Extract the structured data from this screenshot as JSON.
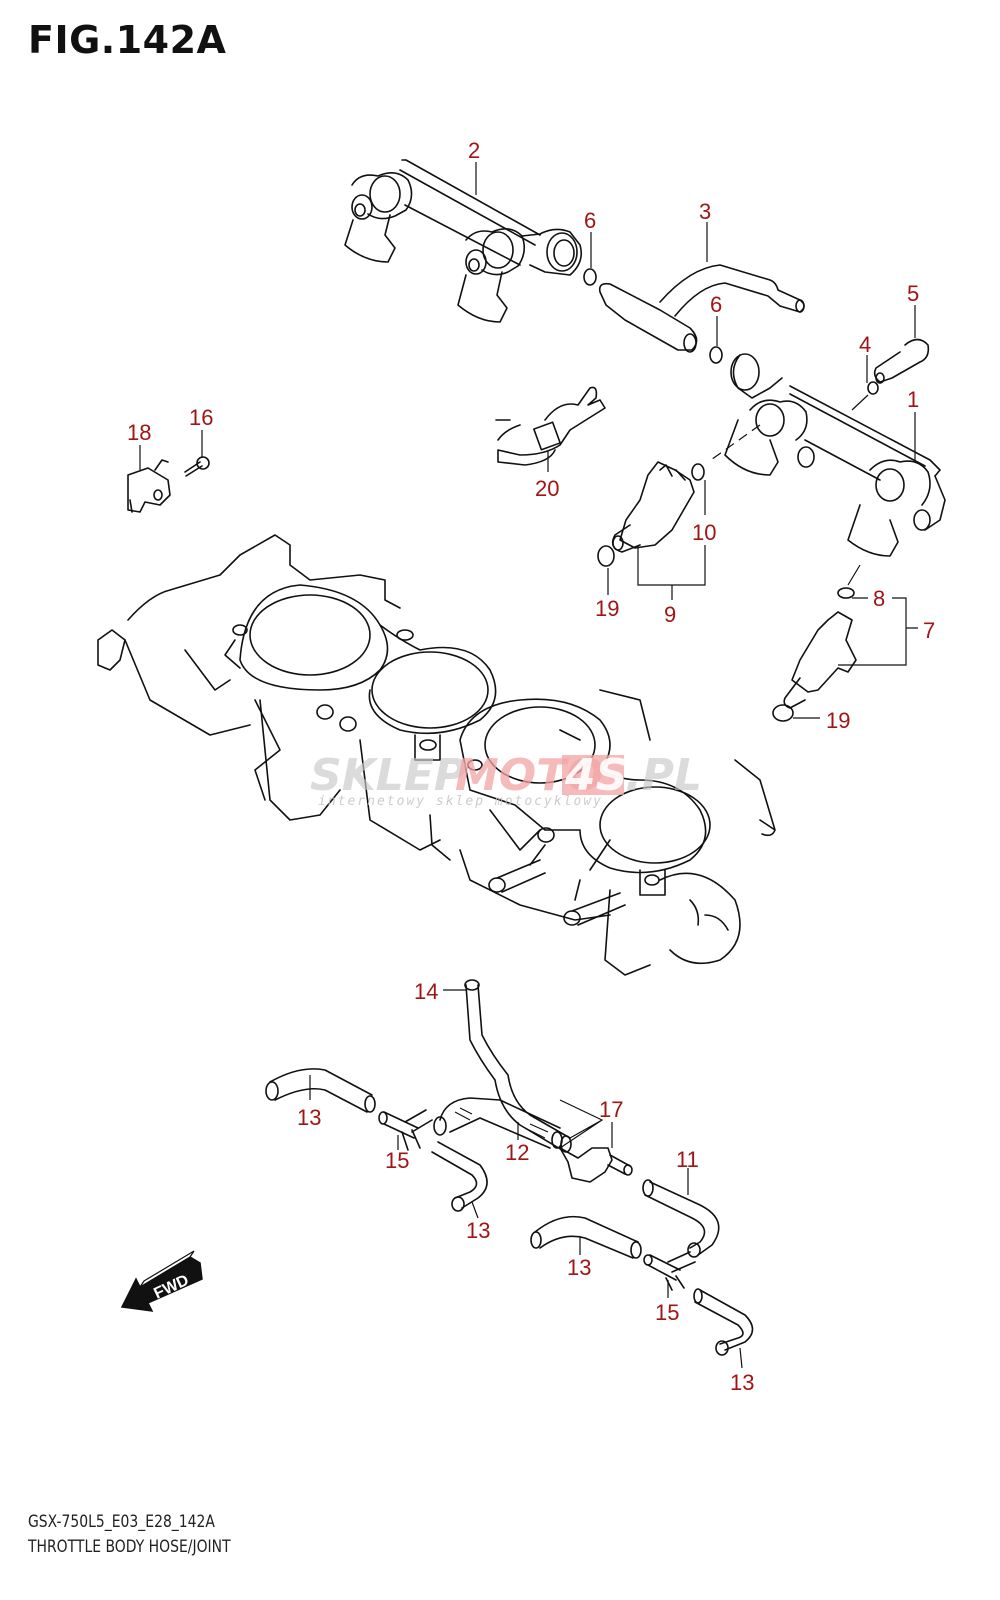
{
  "figure": {
    "title": "FIG.142A",
    "code": "GSX-750L5_E03_E28_142A",
    "caption": "THROTTLE BODY HOSE/JOINT"
  },
  "colors": {
    "callout": "#a01515",
    "line": "#111111",
    "watermark_gray": "#c8c8c8",
    "watermark_red": "#f2a4a4"
  },
  "watermark": {
    "part1": "SKLEP",
    "part2": "MOTO",
    "part3": "4S",
    "part4": ".PL",
    "tagline": "internetowy sklep motocyklowy"
  },
  "fwd_label": "FWD",
  "callouts": [
    {
      "num": "1",
      "part": "fuel-delivery-pipe-right"
    },
    {
      "num": "2",
      "part": "fuel-delivery-pipe-left"
    },
    {
      "num": "3",
      "part": "fuel-joint-pipe"
    },
    {
      "num": "4",
      "part": "washer"
    },
    {
      "num": "5",
      "part": "bolt"
    },
    {
      "num": "6",
      "part": "o-ring",
      "count": 2
    },
    {
      "num": "7",
      "part": "fuel-injector-assy"
    },
    {
      "num": "8",
      "part": "o-ring"
    },
    {
      "num": "9",
      "part": "fuel-injector-assy"
    },
    {
      "num": "10",
      "part": "o-ring"
    },
    {
      "num": "11",
      "part": "hose"
    },
    {
      "num": "12",
      "part": "hose"
    },
    {
      "num": "13",
      "part": "hose",
      "count": 4
    },
    {
      "num": "14",
      "part": "hose"
    },
    {
      "num": "15",
      "part": "joint",
      "count": 2
    },
    {
      "num": "16",
      "part": "screw"
    },
    {
      "num": "17",
      "part": "joint"
    },
    {
      "num": "18",
      "part": "sensor"
    },
    {
      "num": "19",
      "part": "seal",
      "count": 2
    },
    {
      "num": "20",
      "part": "clamp"
    }
  ],
  "labels": {
    "c1": "1",
    "c2": "2",
    "c3": "3",
    "c4": "4",
    "c5": "5",
    "c6a": "6",
    "c6b": "6",
    "c7": "7",
    "c8": "8",
    "c9": "9",
    "c10": "10",
    "c11": "11",
    "c12": "12",
    "c13a": "13",
    "c13b": "13",
    "c13c": "13",
    "c13d": "13",
    "c14": "14",
    "c15a": "15",
    "c15b": "15",
    "c16": "16",
    "c17": "17",
    "c18": "18",
    "c19a": "19",
    "c19b": "19",
    "c20": "20"
  }
}
